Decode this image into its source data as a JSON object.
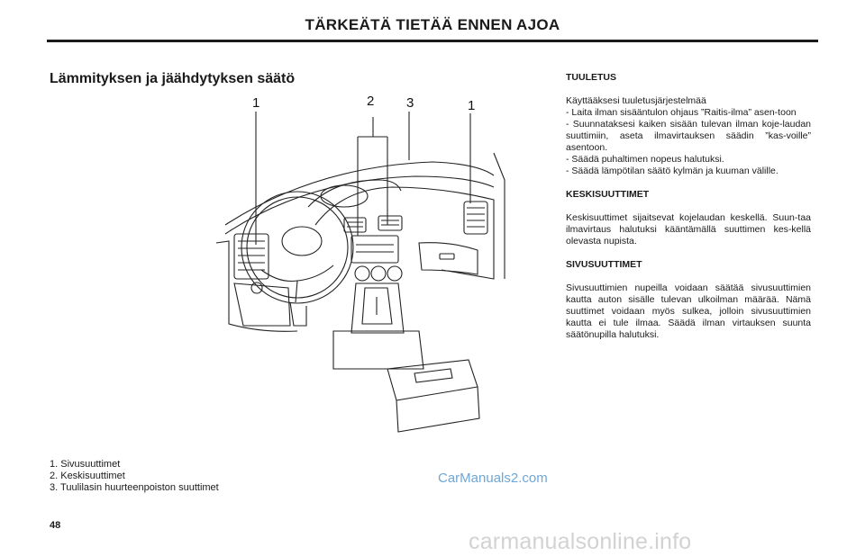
{
  "header": {
    "title": "TÄRKEÄTÄ TIETÄÄ ENNEN AJOA"
  },
  "section": {
    "heading": "Lämmityksen ja jäähdytyksen säätö"
  },
  "figure": {
    "callouts": [
      "1",
      "2",
      "3",
      "1"
    ],
    "legend": [
      "1. Sivusuuttimet",
      "2. Keskisuuttimet",
      "3. Tuulilasin huurteenpoiston suuttimet"
    ]
  },
  "watermark_site": "CarManuals2.com",
  "page_number": "48",
  "footer_watermark": "carmanualsonline.info",
  "right_column": {
    "tuuletus": {
      "heading": "TUULETUS",
      "lines": [
        "Käyttääksesi tuuletusjärjestelmää",
        "- Laita ilman sisääntulon ohjaus ”Raitis-ilma” asen-toon",
        "- Suunnataksesi kaiken sisään tulevan ilman koje-laudan suuttimiin, aseta ilmavirtauksen säädin ”kas-voille” asentoon.",
        "- Säädä puhaltimen nopeus halutuksi.",
        "- Säädä lämpötilan säätö kylmän ja kuuman välille."
      ]
    },
    "keskisuuttimet": {
      "heading": "KESKISUUTTIMET",
      "text": "Keskisuuttimet sijaitsevat kojelaudan keskellä. Suun-taa ilmavirtaus halutuksi kääntämällä suuttimen kes-kellä olevasta nupista."
    },
    "sivusuuttimet": {
      "heading": "SIVUSUUTTIMET",
      "text": "Sivusuuttimien nupeilla voidaan säätää sivusuuttimien kautta auton sisälle tulevan ulkoilman määrää. Nämä suuttimet voidaan myös sulkea, jolloin sivusuuttimien kautta ei tule ilmaa. Säädä ilman virtauksen suunta säätönupilla halutuksi."
    }
  }
}
